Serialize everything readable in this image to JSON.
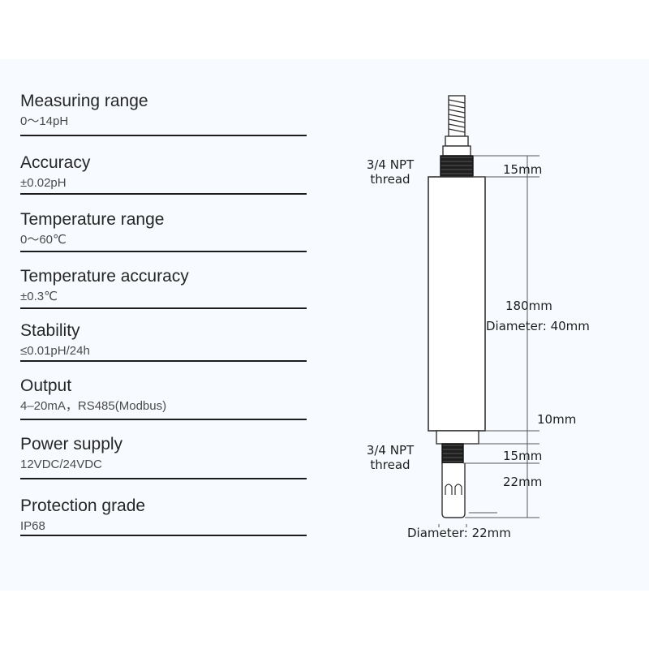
{
  "specs": [
    {
      "label": "Measuring range",
      "value": "0～14pH"
    },
    {
      "label": "Accuracy",
      "value": "±0.02pH"
    },
    {
      "label": "Temperature range",
      "value": "0～60℃"
    },
    {
      "label": "Temperature accuracy",
      "value": "±0.3℃"
    },
    {
      "label": "Stability",
      "value": "≤0.01pH/24h"
    },
    {
      "label": "Output",
      "value": "4–20mA，RS485(Modbus)"
    },
    {
      "label": "Power supply",
      "value": "12VDC/24VDC"
    },
    {
      "label": "Protection grade",
      "value": "IP68"
    }
  ],
  "diagram": {
    "top_thread_line1": "3/4 NPT",
    "top_thread_line2": "thread",
    "bottom_thread_line1": "3/4 NPT",
    "bottom_thread_line2": "thread",
    "dim_top_thread": "15mm",
    "dim_body_length": "180mm",
    "dim_body_diameter": "Diameter: 40mm",
    "dim_collar": "10mm",
    "dim_bottom_thread": "15mm",
    "dim_tip": "22mm",
    "dim_tip_diameter": "Diameter: 22mm"
  }
}
